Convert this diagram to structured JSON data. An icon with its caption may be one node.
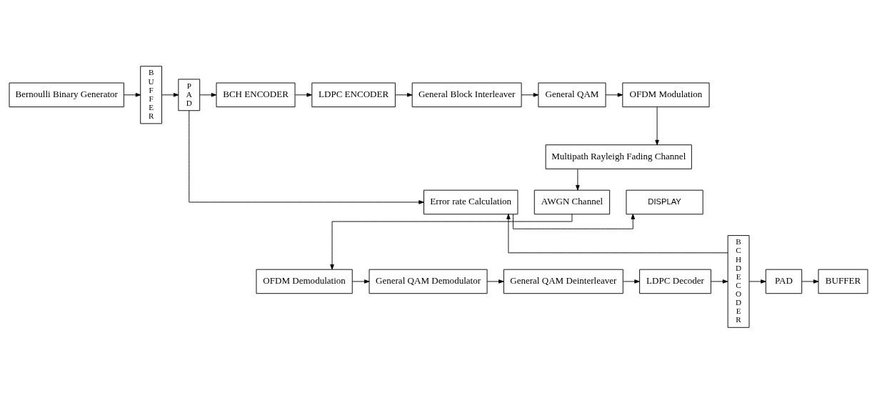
{
  "diagram": {
    "nodes": [
      {
        "text": [
          "Bernoulli Binary Generator"
        ]
      },
      {
        "text": [
          "BUFFER"
        ]
      },
      {
        "text": [
          "PAD"
        ]
      },
      {
        "text": [
          "BCH ENCODER"
        ]
      },
      {
        "text": [
          "LDPC ENCODER"
        ]
      },
      {
        "text": [
          "General Block Interleaver"
        ]
      },
      {
        "text": [
          "General QAM"
        ]
      },
      {
        "text": [
          "OFDM Modulation"
        ]
      },
      {
        "text": [
          "Multipath Rayleigh Fading Channel"
        ]
      },
      {
        "text": [
          "AWGN Channel"
        ]
      },
      {
        "text": [
          "OFDM Demodulation"
        ]
      },
      {
        "text": [
          "General QAM Demodulator"
        ]
      },
      {
        "text": [
          "General QAM Deinterleaver"
        ]
      },
      {
        "text": [
          "LDPC Decoder"
        ]
      },
      {
        "text": [
          "BCH DECODER"
        ]
      },
      {
        "text": [
          "PAD"
        ]
      },
      {
        "text": [
          "BUFFER"
        ]
      },
      {
        "text": [
          "Error rate Calculation"
        ]
      },
      {
        "text": [
          "DISPLAY"
        ]
      }
    ],
    "edges": [
      {
        "from": 0,
        "to": 1,
        "arrow": "to"
      },
      {
        "from": 1,
        "to": 2,
        "arrow": "to"
      },
      {
        "from": 2,
        "to": 3,
        "arrow": "to"
      },
      {
        "from": 3,
        "to": 4,
        "arrow": "to"
      },
      {
        "from": 4,
        "to": 5,
        "arrow": "to"
      },
      {
        "from": 5,
        "to": 6,
        "arrow": "to"
      },
      {
        "from": 6,
        "to": 7,
        "arrow": "to"
      },
      {
        "from": 7,
        "to": 8,
        "arrow": "to"
      },
      {
        "from": 8,
        "to": 9,
        "arrow": "to"
      },
      {
        "from": 9,
        "to": 10,
        "arrow": "to"
      },
      {
        "from": 10,
        "to": 11,
        "arrow": "to"
      },
      {
        "from": 11,
        "to": 12,
        "arrow": "to"
      },
      {
        "from": 12,
        "to": 13,
        "arrow": "to"
      },
      {
        "from": 13,
        "to": 14,
        "arrow": "to"
      },
      {
        "from": 14,
        "to": 15,
        "arrow": "to"
      },
      {
        "from": 15,
        "to": 16,
        "arrow": "to"
      },
      {
        "from": 2,
        "to": 17,
        "arrow": "to"
      },
      {
        "from": 14,
        "to": 17,
        "arrow": "to"
      },
      {
        "from": 17,
        "to": 18,
        "arrow": "to"
      }
    ]
  }
}
